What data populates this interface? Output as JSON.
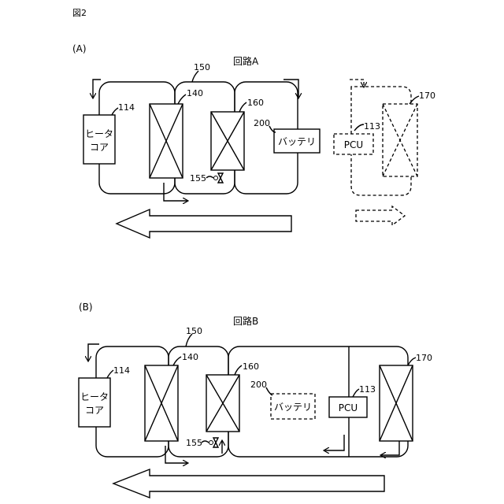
{
  "figure_label": "図2",
  "panel_a": {
    "panel_label": "(A)",
    "circuit_title": "回路A",
    "heater_label": "ヒータ\nコア",
    "battery_label": "バッテリ",
    "pcu_label": "PCU",
    "refs": {
      "heater": "114",
      "circuit": "150",
      "hx140": "140",
      "hx160": "160",
      "valve": "155",
      "battery": "200",
      "pcu": "113",
      "radiator": "170"
    }
  },
  "panel_b": {
    "panel_label": "(B)",
    "circuit_title": "回路B",
    "heater_label": "ヒータ\nコア",
    "battery_label": "バッテリ",
    "pcu_label": "PCU",
    "refs": {
      "heater": "114",
      "circuit": "150",
      "hx140": "140",
      "hx160": "160",
      "valve": "155",
      "battery": "200",
      "pcu": "113",
      "radiator": "170"
    }
  }
}
